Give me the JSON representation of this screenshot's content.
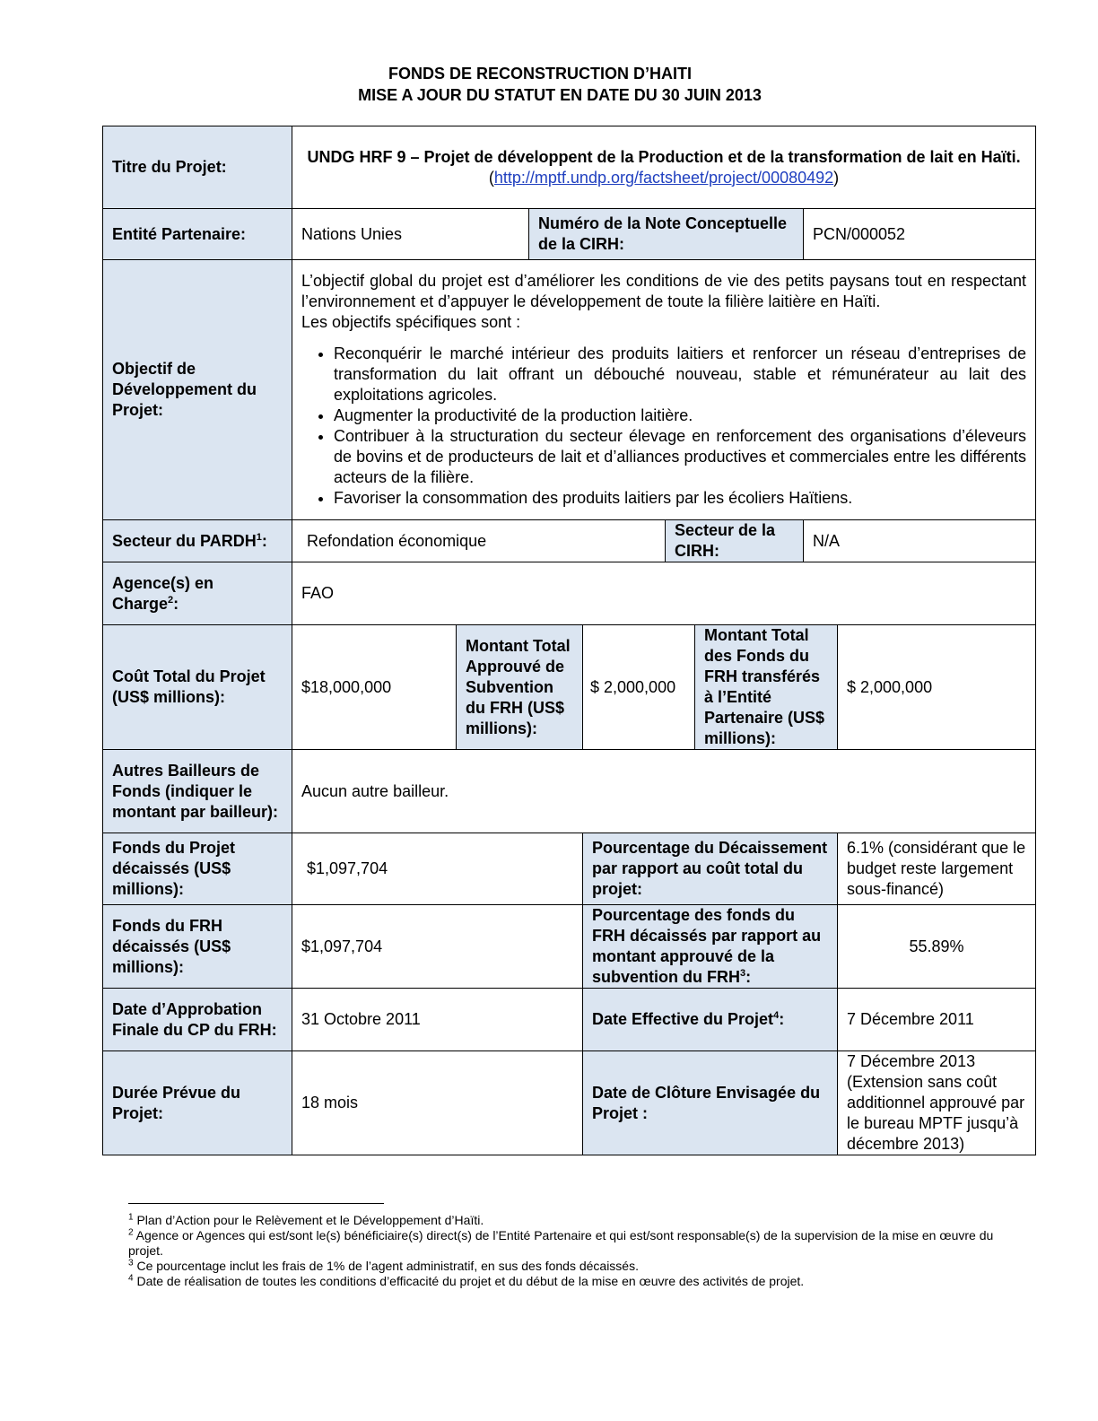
{
  "header": {
    "line1": "FONDS DE RECONSTRUCTION D’HAITI",
    "line2": "MISE A JOUR DU STATUT EN DATE DU 30 JUIN 2013"
  },
  "project": {
    "title_label": "Titre du Projet:",
    "title": "UNDG HRF 9 – Projet de développent de la Production et de la transformation de lait en Haïti.",
    "url_open": "(",
    "url": "http://mptf.undp.org/factsheet/project/00080492",
    "url_close": ")"
  },
  "partner": {
    "label": "Entité Partenaire:",
    "value": "Nations Unies",
    "note_label": "Numéro de la Note Conceptuelle de la CIRH:",
    "note_value": "PCN/000052"
  },
  "objective": {
    "label": "Objectif de Développement du Projet:",
    "intro": "L’objectif global du projet est d’améliorer les conditions de vie des petits paysans tout en respectant l’environnement et d’appuyer le développement de toute la filière laitière en Haïti.",
    "specific_intro": "Les objectifs spécifiques sont :",
    "items": [
      "Reconquérir le marché intérieur des produits laitiers et renforcer un réseau d’entreprises de transformation du lait offrant un débouché nouveau, stable et rémunérateur au lait des exploitations agricoles.",
      "Augmenter la productivité de la production laitière.",
      "Contribuer à la structuration du secteur élevage en renforcement des organisations d’éleveurs de bovins et de producteurs de lait et d’alliances productives et commerciales entre les différents acteurs de la filière.",
      "Favoriser la consommation des produits laitiers par les écoliers Haïtiens."
    ]
  },
  "sector": {
    "label": "Secteur du PARDH",
    "label_sup": "1",
    "label_colon": ":",
    "value": "Refondation économique",
    "cirh_label": "Secteur de la CIRH:",
    "cirh_value": "N/A"
  },
  "agency": {
    "label": "Agence(s) en Charge",
    "label_sup": "2",
    "label_colon": ":",
    "value": "FAO"
  },
  "cost": {
    "label": "Coût Total du Projet (US$ millions):",
    "value": "$18,000,000",
    "approved_label": "Montant Total Approuvé de Subvention du FRH (US$ millions):",
    "approved_value": "$ 2,000,000",
    "transferred_label": "Montant Total des Fonds du FRH transférés à l’Entité Partenaire (US$ millions):",
    "transferred_value": "$ 2,000,000"
  },
  "other_donors": {
    "label": "Autres Bailleurs de Fonds (indiquer le montant par bailleur):",
    "value": "Aucun autre bailleur."
  },
  "disbursed_project": {
    "label": "Fonds du Projet décaissés (US$ millions):",
    "value": "$1,097,704",
    "pct_label": "Pourcentage du Décaissement par rapport au coût total du projet:",
    "pct_value": "6.1% (considérant que le budget reste largement sous-financé)"
  },
  "disbursed_frh": {
    "label": "Fonds du FRH décaissés (US$ millions):",
    "value": "$1,097,704",
    "pct_label": "Pourcentage des fonds du FRH décaissés par rapport au montant approuvé de la subvention du FRH",
    "pct_label_sup": "3",
    "pct_label_colon": ":",
    "pct_value": "55.89%"
  },
  "approval": {
    "label": "Date d’Approbation Finale du CP du FRH:",
    "value": "31 Octobre 2011",
    "effective_label": "Date Effective du Projet",
    "effective_label_sup": "4",
    "effective_label_colon": ":",
    "effective_value": "7 Décembre 2011"
  },
  "duration": {
    "label": "Durée Prévue du Projet:",
    "value": "18 mois",
    "closing_label": "Date de Clôture Envisagée du Projet :",
    "closing_value": "7 Décembre 2013 (Extension sans coût additionnel approuvé par le bureau MPTF jusqu’à décembre 2013)"
  },
  "footnotes": [
    {
      "num": "1",
      "text": " Plan d’Action pour le Relèvement et le Développement d’Haïti."
    },
    {
      "num": "2",
      "text": " Agence or Agences qui est/sont le(s) bénéficiaire(s) direct(s) de l’Entité Partenaire et qui est/sont responsable(s) de la supervision de la mise en œuvre du projet."
    },
    {
      "num": "3",
      "text": " Ce pourcentage inclut les frais de 1% de l’agent administratif, en sus des fonds décaissés."
    },
    {
      "num": "4",
      "text": " Date de réalisation de toutes les conditions d’efficacité du projet et du début de la mise en œuvre des activités de projet."
    }
  ]
}
